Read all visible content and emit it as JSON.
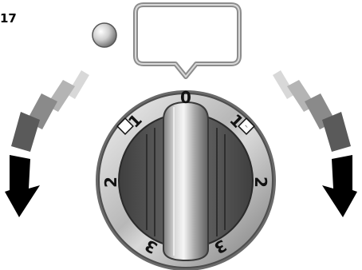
{
  "figure": {
    "id_text": "17"
  },
  "indicator_lamp": {
    "color": "#c8c8c8",
    "state": "off"
  },
  "display": {
    "value": ""
  },
  "knob": {
    "label_top": "0",
    "labels_left": [
      "1",
      "2",
      "3"
    ],
    "labels_right": [
      "1",
      "2",
      "3"
    ],
    "position": "0"
  },
  "icons": {
    "left": "left-sector-indicator-icon",
    "right": "right-sector-indicator-icon",
    "arrow_left": "curved-arrow-counterclockwise-icon",
    "arrow_right": "curved-arrow-clockwise-icon"
  },
  "colors": {
    "arrow_dark": "#000000",
    "arrow_grad": [
      "#5a5a5a",
      "#8a8a8a",
      "#b4b4b4",
      "#d8d8d8"
    ],
    "knob_ring": "#d0d0d0",
    "knob_face": "#555555"
  }
}
